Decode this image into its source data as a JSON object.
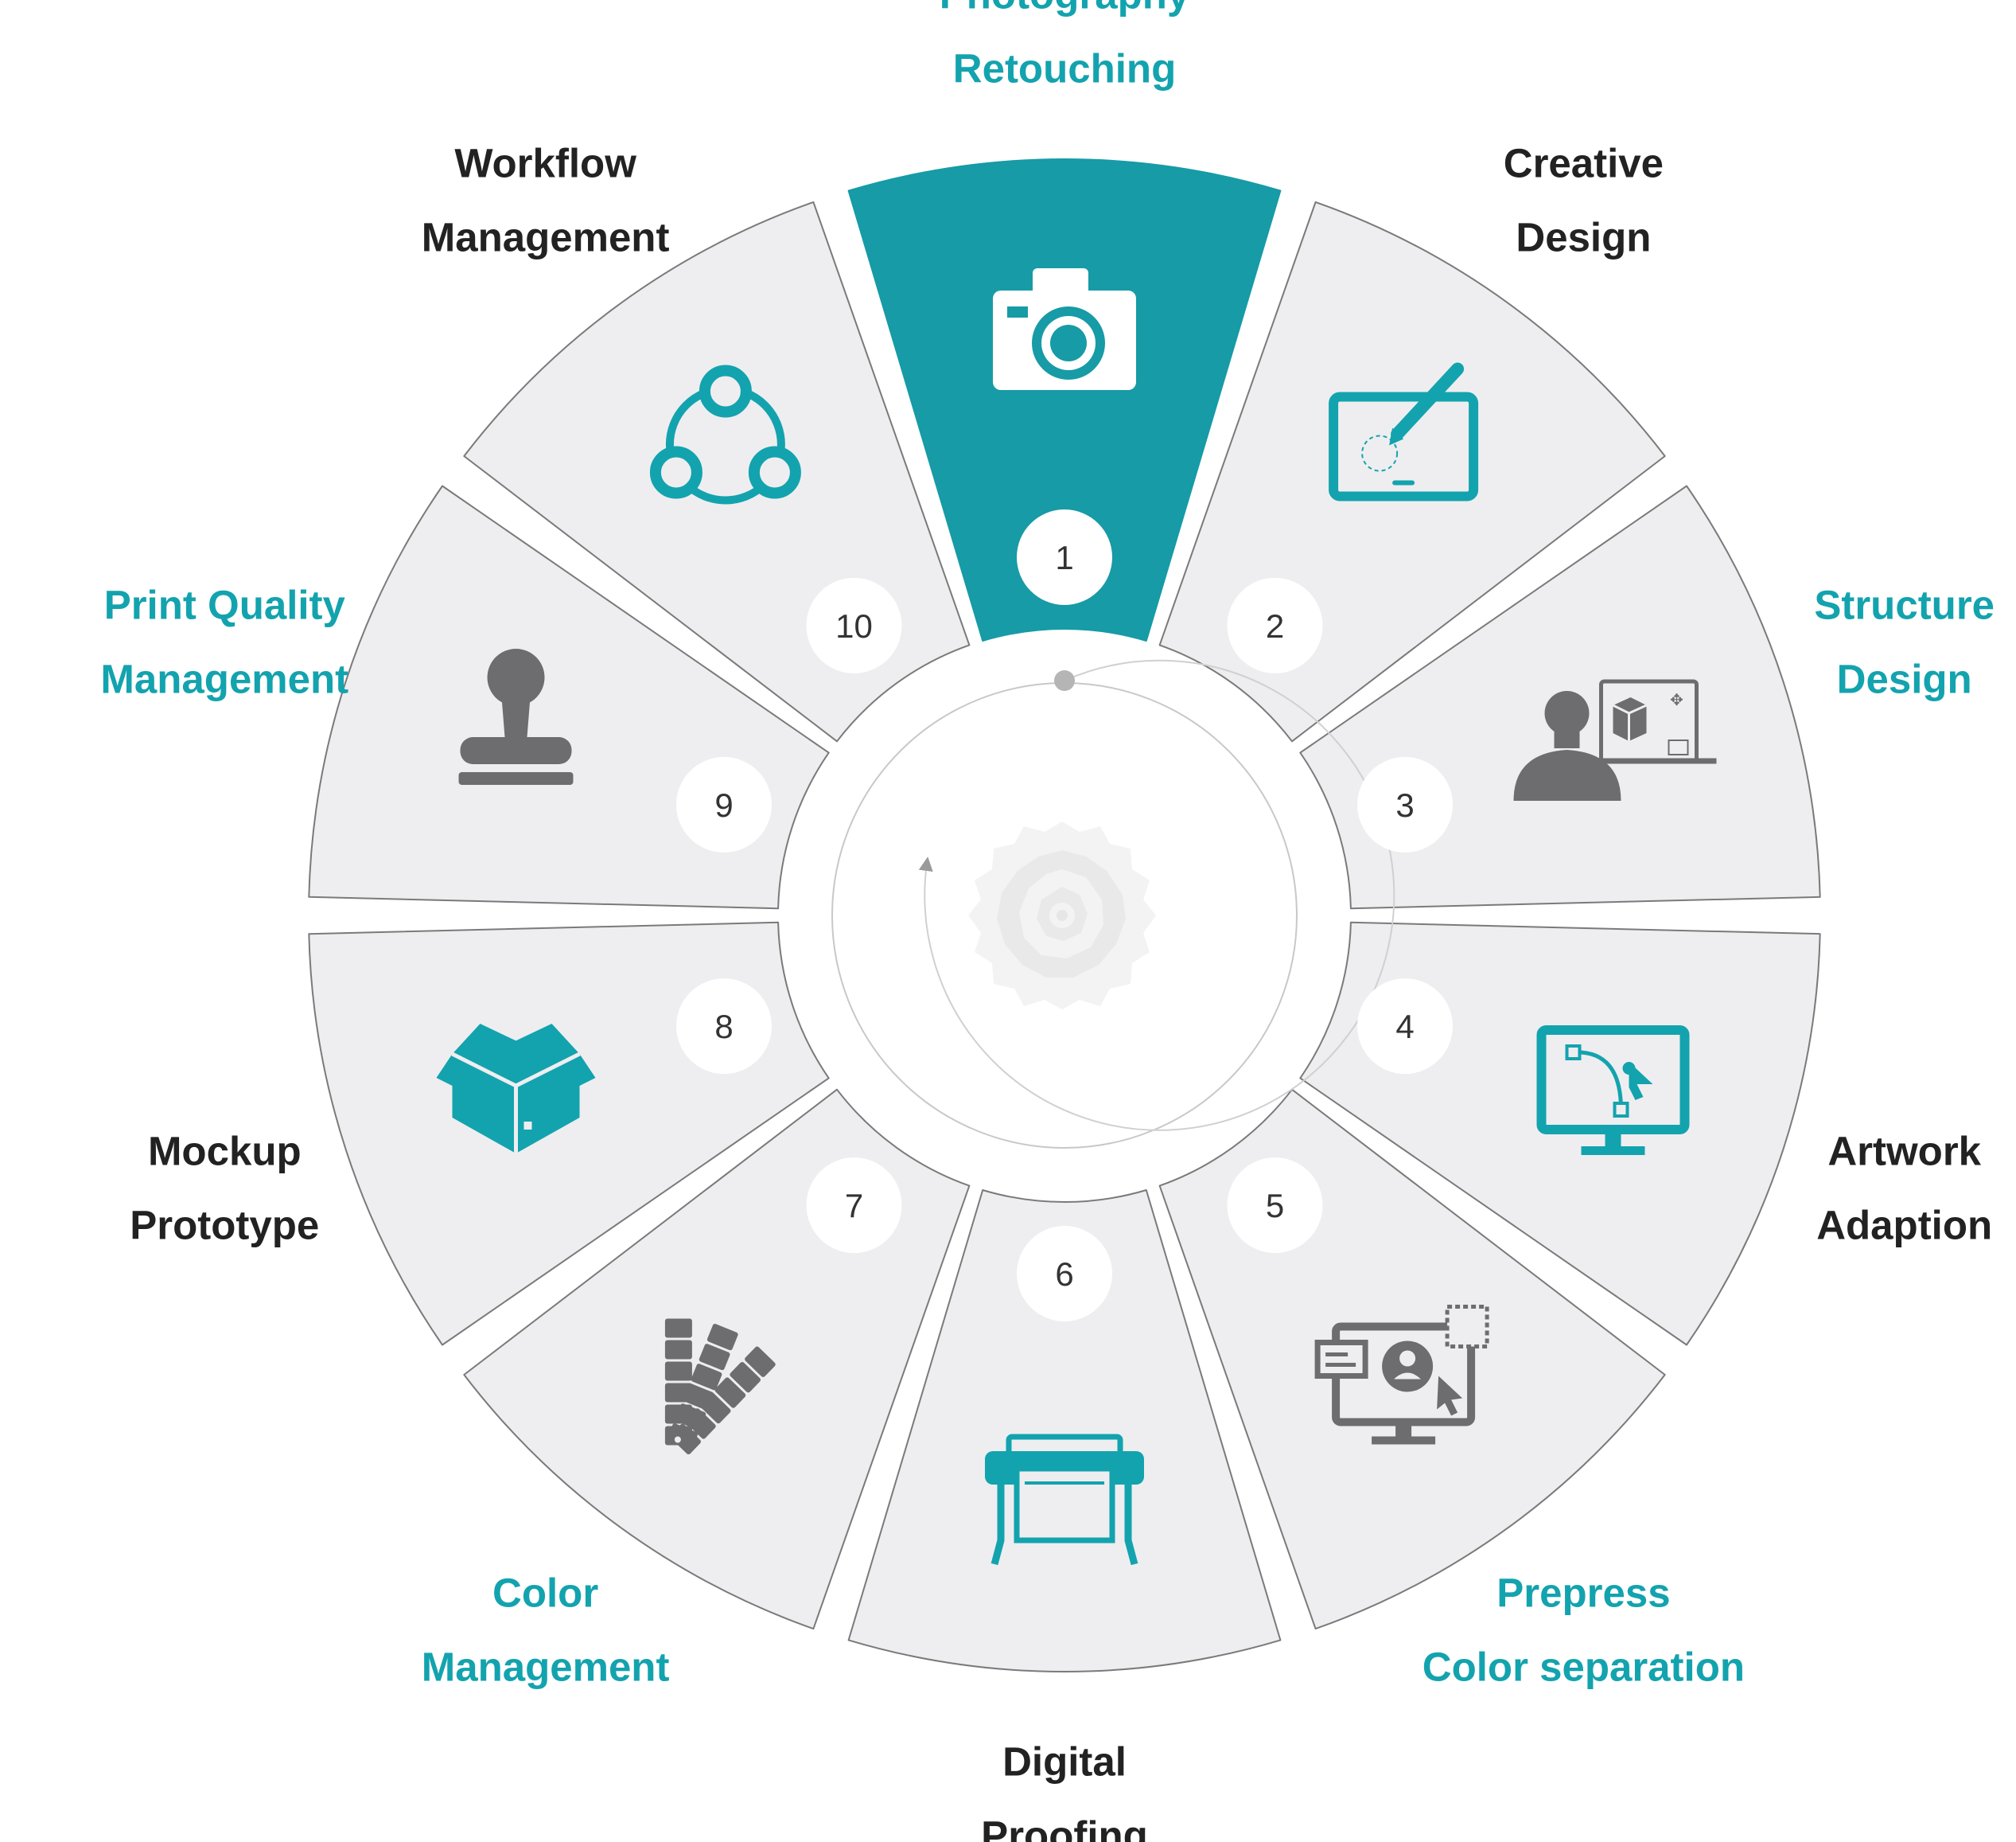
{
  "colors": {
    "accent": "#179ba6",
    "icon_teal": "#13a3ae",
    "icon_gray": "#6d6d70",
    "segment_fill": "#eeeef0",
    "segment_stroke": "#7a7a7a",
    "dark_text": "#222222"
  },
  "active_step": 1,
  "steps": [
    {
      "number": "1",
      "label_lines": [
        "Photography",
        "Retouching"
      ],
      "label_color": "teal",
      "icon": "camera-icon",
      "icon_color": "white"
    },
    {
      "number": "2",
      "label_lines": [
        "Creative",
        "Design"
      ],
      "label_color": "dark",
      "icon": "drawing-tablet-icon",
      "icon_color": "teal"
    },
    {
      "number": "3",
      "label_lines": [
        "Structure",
        "Design"
      ],
      "label_color": "teal",
      "icon": "designer-3d-icon",
      "icon_color": "gray"
    },
    {
      "number": "4",
      "label_lines": [
        "Artwork",
        "Adaption"
      ],
      "label_color": "dark",
      "icon": "vector-monitor-icon",
      "icon_color": "teal"
    },
    {
      "number": "5",
      "label_lines": [
        "Prepress",
        "Color separation"
      ],
      "label_color": "teal",
      "icon": "layout-monitor-icon",
      "icon_color": "gray"
    },
    {
      "number": "6",
      "label_lines": [
        "Digital",
        "Proofing"
      ],
      "label_color": "dark",
      "icon": "large-printer-icon",
      "icon_color": "teal"
    },
    {
      "number": "7",
      "label_lines": [
        "Color",
        "Management"
      ],
      "label_color": "teal",
      "icon": "color-swatch-icon",
      "icon_color": "gray"
    },
    {
      "number": "8",
      "label_lines": [
        "Mockup",
        "Prototype"
      ],
      "label_color": "dark",
      "icon": "open-box-icon",
      "icon_color": "teal"
    },
    {
      "number": "9",
      "label_lines": [
        "Print Quality",
        "Management"
      ],
      "label_color": "teal",
      "icon": "stamp-icon",
      "icon_color": "gray"
    },
    {
      "number": "10",
      "label_lines": [
        "Workflow",
        "Management"
      ],
      "label_color": "dark",
      "icon": "workflow-cycle-icon",
      "icon_color": "teal"
    }
  ]
}
